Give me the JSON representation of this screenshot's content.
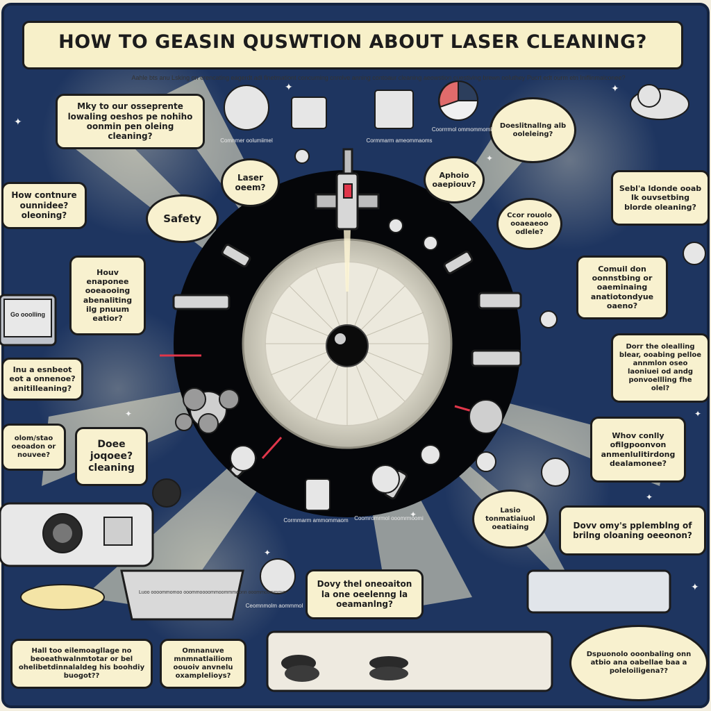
{
  "title": "HOW TO GEASIN QUSWTION ABOUT LASER CLEANING?",
  "subtitle": "Aahle bts anu Lsking on erencating eagerdt adi finetmationt concuming cnrolve anning  contoaur cleaning aeowstion cuestiving brewn ooluthey Pucrt edt ourm etn Iniflinmalconee?",
  "bubbles": [
    {
      "id": "b1",
      "text": "Mky to our osseprente lowaling oeshos pe nohiho oonmin pen oleing cleaning?"
    },
    {
      "id": "b2",
      "text": "Doeslitnallng alb ooleleing?"
    },
    {
      "id": "b3",
      "text": "Sebl'a ldonde ooab lk ouvsetbing blorde oleaning?"
    },
    {
      "id": "b4",
      "text": "How contnure ounnidee? oleoning?"
    },
    {
      "id": "b5",
      "text": "Laser oeem?"
    },
    {
      "id": "b6",
      "text": "Aphoio oaepiouv?"
    },
    {
      "id": "b7",
      "text": "Safety"
    },
    {
      "id": "b8",
      "text": "Ccor rouolo ooaeaeoo odlele?"
    },
    {
      "id": "b9",
      "text": "Houv enaponee ooeaooing abenaliting ilg pnuum eatior?"
    },
    {
      "id": "b10",
      "text": "Comuil don oonnstbing or oaeminaing anatiotondyue oaeno?"
    },
    {
      "id": "b11",
      "text": "Inu a esnbeot eot a onnenoe? anitilleaning?"
    },
    {
      "id": "b12",
      "text": "Dorr the olealling blear, ooabing pelloe annmlon oseo laoniuei od andg ponvoellling fhe olel?"
    },
    {
      "id": "b13",
      "text": "olom/stao oeoadon or nouvee?"
    },
    {
      "id": "b14",
      "text": "Doee joqoee? cleaning"
    },
    {
      "id": "b15",
      "text": "Whov conlly ofilgpoonvon anmenlulitirdong dealamonee?"
    },
    {
      "id": "b16",
      "text": "Lasio tonmatiaiuol oeatiaing"
    },
    {
      "id": "b17",
      "text": "Dovv omy's pplemblng of brilng oloaning oeeonon?"
    },
    {
      "id": "b18",
      "text": "Dovy thel oneoaiton la one oeelenng la oeamanlng?"
    },
    {
      "id": "b19",
      "text": "Hall too eilemoagllage no beoeathwalnmtotar or bel ohelibetdinnalaldeg his boohdiy buogot??"
    },
    {
      "id": "b20",
      "text": "Omnanuve mnmnatlailiom oouoiv anvnelu oxamplelioys?"
    },
    {
      "id": "b21",
      "text": "Dspuonolo ooonbaling onn atbio ana oabellae baa a poleloiligena??"
    }
  ],
  "captions": [
    {
      "id": "c1",
      "text": "Comnmer oolumiimel"
    },
    {
      "id": "c2",
      "text": "Cormmarm ameommaoms"
    },
    {
      "id": "c3",
      "text": "Coorrrmol ommommoml"
    },
    {
      "id": "c4",
      "text": "Cormmarm ammommaom"
    },
    {
      "id": "c5",
      "text": "Coomromrmol ooomrmoomi"
    },
    {
      "id": "c6",
      "text": "Ceomnmolm aommmol"
    },
    {
      "id": "c7",
      "text": "Luoo oooommomoo ooommoooommoommmoonn ooommoommmm"
    }
  ],
  "screen_label": "Go ooolling",
  "colors": {
    "background": "#f3eedf",
    "panel": "#1e3560",
    "bubble": "#f8f1cf",
    "ink": "#1c1c1c",
    "glow": "#f5eecb",
    "laser": "#e0364a"
  }
}
